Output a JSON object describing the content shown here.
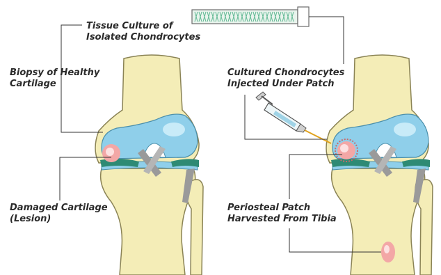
{
  "labels": {
    "tissue_culture_line1": "Tissue Culture of",
    "tissue_culture_line2": "Isolated Chondrocytes",
    "biopsy_line1": "Biopsy of Healthy",
    "biopsy_line2": "Cartilage",
    "damaged_line1": "Damaged Cartilage",
    "damaged_line2": "(Lesion)",
    "injected_line1": "Cultured Chondrocytes",
    "injected_line2": "Injected Under Patch",
    "patch_line1": "Periosteal Patch",
    "patch_line2": "Harvested From Tibia"
  },
  "colors": {
    "bone": "#f4edb7",
    "bone_outline": "#8a8355",
    "cartilage": "#8fcfea",
    "cartilage_highlight": "#d6f1fb",
    "meniscus": "#2e8a74",
    "ligament": "#9a9a9a",
    "lesion": "#f3a7a6",
    "leader_line": "#333333",
    "culture_green": "#5fb892"
  },
  "icons": {
    "culture_tube": "culture-tube-icon",
    "syringe": "syringe-icon"
  }
}
